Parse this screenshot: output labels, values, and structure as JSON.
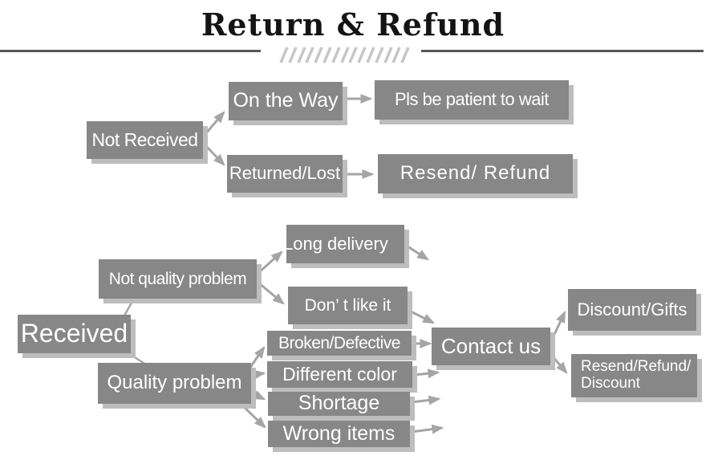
{
  "title": {
    "text": "Return & Refund"
  },
  "colors": {
    "box": "#878787",
    "shadow": "#bdbdbd",
    "arrow": "#a5a5a5",
    "text": "#ffffff",
    "rule": "#565656",
    "hatch": "#c6c6c6",
    "title": "#141414",
    "bg": "#ffffff"
  },
  "nodes": {
    "not_received": {
      "label": "Not Received"
    },
    "on_the_way": {
      "label": "On the Way"
    },
    "pls_wait": {
      "label": "Pls be patient to wait"
    },
    "returned_lost": {
      "label": "Returned/Lost"
    },
    "resend_refund": {
      "label": "Resend/ Refund"
    },
    "not_quality_problem": {
      "label": "Not quality problem"
    },
    "received": {
      "label": "Received"
    },
    "long_delivery": {
      "label": "Long delivery"
    },
    "dont_like_it": {
      "label": "Don’ t like it"
    },
    "quality_problem": {
      "label": "Quality problem"
    },
    "broken_defective": {
      "label": "Broken/Defective"
    },
    "different_color": {
      "label": "Different color"
    },
    "shortage": {
      "label": "Shortage"
    },
    "wrong_items": {
      "label": "Wrong items"
    },
    "contact_us": {
      "label": "Contact us"
    },
    "discount_gifts": {
      "label": "Discount/Gifts"
    },
    "resend_refund_discount": {
      "label": "Resend/Refund/\nDiscount"
    }
  }
}
